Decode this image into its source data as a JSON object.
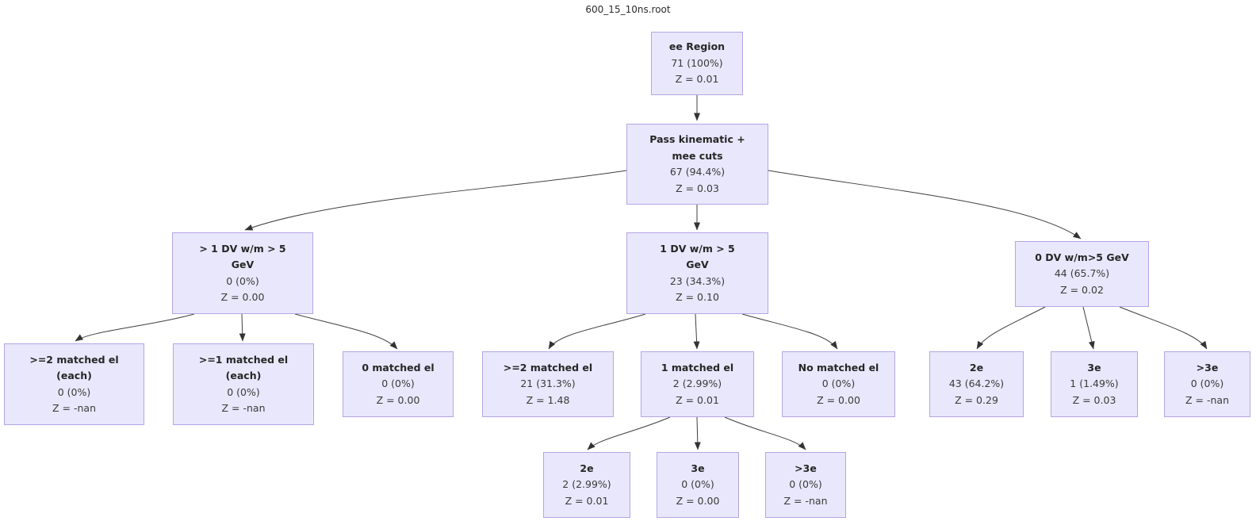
{
  "graph_title": "600_15_10ns.root",
  "colors": {
    "node_fill": "#e9e7fb",
    "node_border": "#b5a5e5",
    "edge": "#3f3f3f",
    "text": "#3a3a3a",
    "background": "#ffffff"
  },
  "nodes": [
    {
      "id": "ee-region",
      "lines": [
        "ee Region"
      ],
      "count": "71 (100%)",
      "z": "Z = 0.01"
    },
    {
      "id": "pass-kinematic",
      "lines": [
        "Pass kinematic +",
        "mee cuts"
      ],
      "count": "67 (94.4%)",
      "z": "Z = 0.03"
    },
    {
      "id": "gt1-dv",
      "lines": [
        "> 1 DV w/m > 5",
        "GeV"
      ],
      "count": "0 (0%)",
      "z": "Z = 0.00"
    },
    {
      "id": "one-dv",
      "lines": [
        "1 DV w/m > 5",
        "GeV"
      ],
      "count": "23 (34.3%)",
      "z": "Z = 0.10"
    },
    {
      "id": "zero-dv",
      "lines": [
        "0 DV w/m>5 GeV"
      ],
      "count": "44 (65.7%)",
      "z": "Z = 0.02"
    },
    {
      "id": "ge2-matched-each",
      "lines": [
        ">=2 matched el",
        "(each)"
      ],
      "count": "0 (0%)",
      "z": "Z = -nan"
    },
    {
      "id": "ge1-matched-each",
      "lines": [
        ">=1 matched el",
        "(each)"
      ],
      "count": "0 (0%)",
      "z": "Z = -nan"
    },
    {
      "id": "zero-matched",
      "lines": [
        "0 matched el"
      ],
      "count": "0 (0%)",
      "z": "Z = 0.00"
    },
    {
      "id": "ge2-matched",
      "lines": [
        ">=2 matched el"
      ],
      "count": "21 (31.3%)",
      "z": "Z = 1.48"
    },
    {
      "id": "one-matched",
      "lines": [
        "1 matched el"
      ],
      "count": "2 (2.99%)",
      "z": "Z = 0.01"
    },
    {
      "id": "no-matched",
      "lines": [
        "No matched el"
      ],
      "count": "0 (0%)",
      "z": "Z = 0.00"
    },
    {
      "id": "zerodv-2e",
      "lines": [
        "2e"
      ],
      "count": "43 (64.2%)",
      "z": "Z = 0.29"
    },
    {
      "id": "zerodv-3e",
      "lines": [
        "3e"
      ],
      "count": "1 (1.49%)",
      "z": "Z = 0.03"
    },
    {
      "id": "zerodv-gt3e",
      "lines": [
        ">3e"
      ],
      "count": "0 (0%)",
      "z": "Z = -nan"
    },
    {
      "id": "onem-2e",
      "lines": [
        "2e"
      ],
      "count": "2 (2.99%)",
      "z": "Z = 0.01"
    },
    {
      "id": "onem-3e",
      "lines": [
        "3e"
      ],
      "count": "0 (0%)",
      "z": "Z = 0.00"
    },
    {
      "id": "onem-gt3e",
      "lines": [
        ">3e"
      ],
      "count": "0 (0%)",
      "z": "Z = -nan"
    }
  ],
  "edges": [
    {
      "from": "ee-region",
      "to": "pass-kinematic"
    },
    {
      "from": "pass-kinematic",
      "to": "gt1-dv"
    },
    {
      "from": "pass-kinematic",
      "to": "one-dv"
    },
    {
      "from": "pass-kinematic",
      "to": "zero-dv"
    },
    {
      "from": "gt1-dv",
      "to": "ge2-matched-each"
    },
    {
      "from": "gt1-dv",
      "to": "ge1-matched-each"
    },
    {
      "from": "gt1-dv",
      "to": "zero-matched"
    },
    {
      "from": "one-dv",
      "to": "ge2-matched"
    },
    {
      "from": "one-dv",
      "to": "one-matched"
    },
    {
      "from": "one-dv",
      "to": "no-matched"
    },
    {
      "from": "zero-dv",
      "to": "zerodv-2e"
    },
    {
      "from": "zero-dv",
      "to": "zerodv-3e"
    },
    {
      "from": "zero-dv",
      "to": "zerodv-gt3e"
    },
    {
      "from": "one-matched",
      "to": "onem-2e"
    },
    {
      "from": "one-matched",
      "to": "onem-3e"
    },
    {
      "from": "one-matched",
      "to": "onem-gt3e"
    }
  ]
}
